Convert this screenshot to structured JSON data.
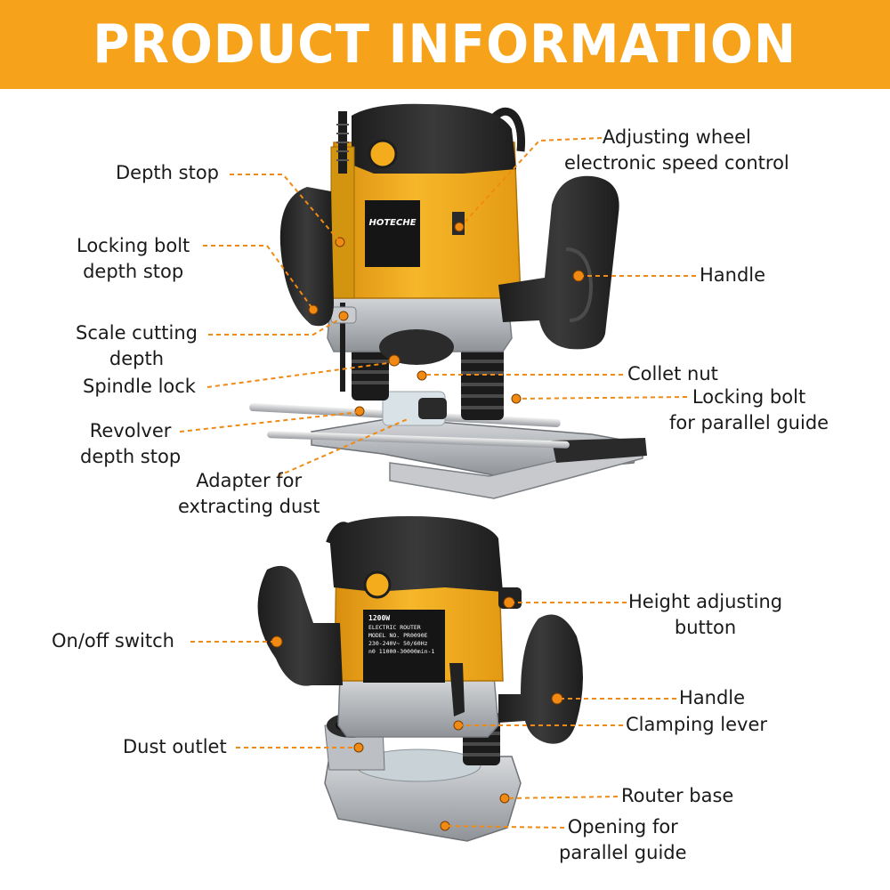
{
  "banner": {
    "title": "PRODUCT INFORMATION",
    "color": "#f7a21b"
  },
  "colors": {
    "leader": "#f08a12",
    "body_yellow": "#f4ab1c",
    "body_dark": "#2b2b2b",
    "metal": "#b9bcc0"
  },
  "brand": {
    "logo_text": "HOTECHE",
    "nameplate_lines": [
      "1200W",
      "ELECTRIC ROUTER",
      "MODEL NO. PR0090E",
      "230-240V~ 50/60Hz",
      "n0 11000-30000min-1"
    ]
  },
  "top_view": {
    "callouts": [
      {
        "id": "depth-stop",
        "lines": [
          "Depth stop"
        ]
      },
      {
        "id": "locking-bolt-depth-stop",
        "lines": [
          "Locking bolt",
          "depth stop"
        ]
      },
      {
        "id": "scale-cutting-depth",
        "lines": [
          "Scale cutting",
          "depth"
        ]
      },
      {
        "id": "spindle-lock",
        "lines": [
          "Spindle lock"
        ]
      },
      {
        "id": "revolver-depth-stop",
        "lines": [
          "Revolver",
          "depth stop"
        ]
      },
      {
        "id": "adapter-extracting-dust",
        "lines": [
          "Adapter for",
          "extracting dust"
        ]
      },
      {
        "id": "adjusting-wheel",
        "lines": [
          "Adjusting wheel",
          "electronic speed control"
        ]
      },
      {
        "id": "handle-top",
        "lines": [
          "Handle"
        ]
      },
      {
        "id": "collet-nut",
        "lines": [
          "Collet nut"
        ]
      },
      {
        "id": "locking-bolt-parallel-guide",
        "lines": [
          "Locking bolt",
          "for parallel guide"
        ]
      }
    ]
  },
  "bottom_view": {
    "callouts": [
      {
        "id": "on-off-switch",
        "lines": [
          "On/off switch"
        ]
      },
      {
        "id": "dust-outlet",
        "lines": [
          "Dust outlet"
        ]
      },
      {
        "id": "height-adjusting-button",
        "lines": [
          "Height adjusting",
          "button"
        ]
      },
      {
        "id": "handle-bottom",
        "lines": [
          "Handle"
        ]
      },
      {
        "id": "clamping-lever",
        "lines": [
          "Clamping lever"
        ]
      },
      {
        "id": "router-base",
        "lines": [
          "Router base"
        ]
      },
      {
        "id": "opening-parallel-guide",
        "lines": [
          "Opening for",
          "parallel guide"
        ]
      }
    ]
  }
}
